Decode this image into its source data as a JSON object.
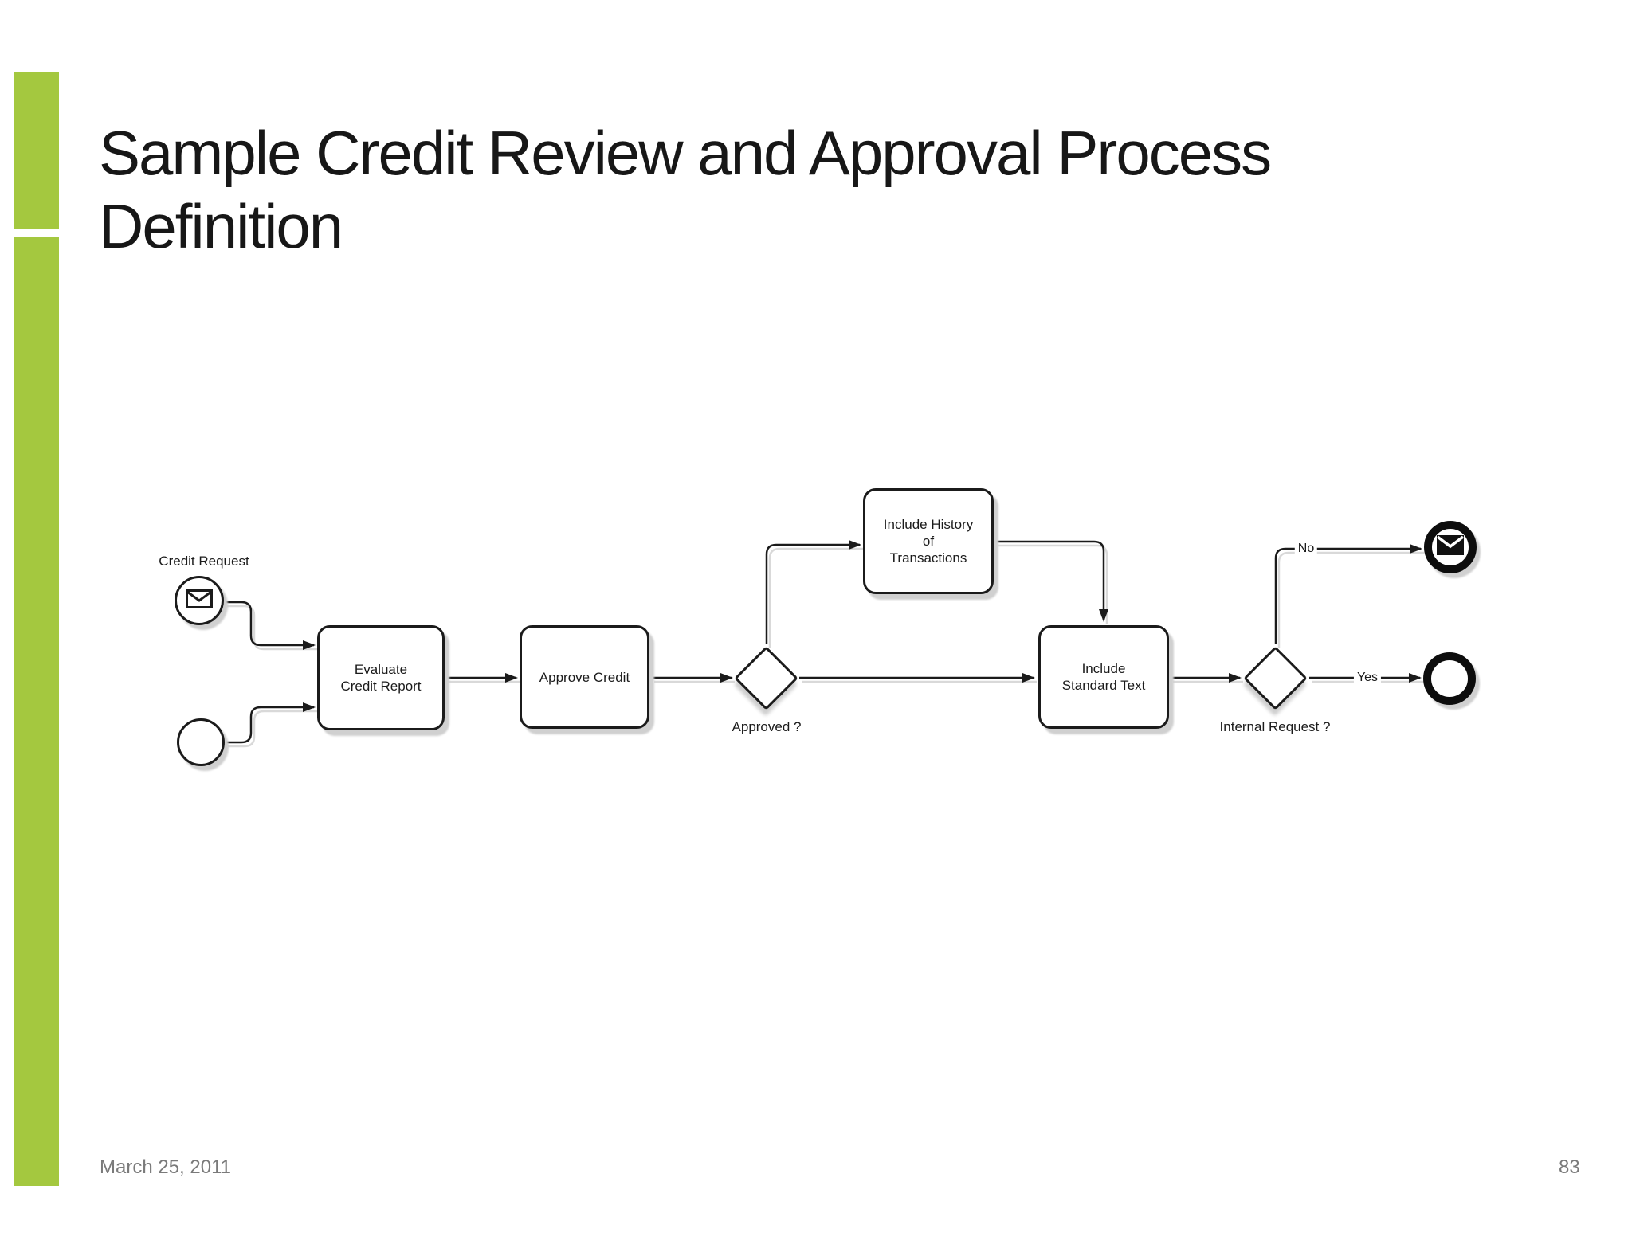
{
  "slide": {
    "title_line1": "Sample Credit Review and Approval Process",
    "title_line2": "Definition",
    "accent_color": "#a4c83f",
    "footer": {
      "date": "March 25, 2011",
      "page_number": "83"
    }
  },
  "diagram": {
    "start_label": "Credit Request",
    "tasks": {
      "evaluate": [
        "Evaluate",
        "Credit Report"
      ],
      "approve": [
        "Approve Credit"
      ],
      "history": [
        "Include History",
        "of",
        "Transactions"
      ],
      "standard": [
        "Include",
        "Standard Text"
      ]
    },
    "gateways": {
      "approved": "Approved ?",
      "internal": "Internal Request ?"
    },
    "edge_labels": {
      "no": "No",
      "yes": "Yes"
    },
    "icons": {
      "message_start": "envelope-outline-icon",
      "message_end": "envelope-solid-icon"
    },
    "colors": {
      "line": "#1b1b1b",
      "shape_shadow": "#d0d0d0"
    }
  }
}
